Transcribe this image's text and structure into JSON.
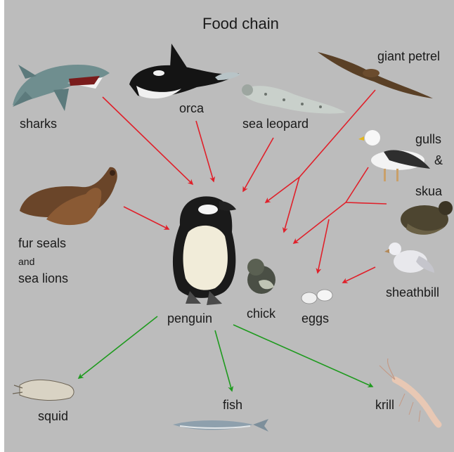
{
  "title": "Food chain",
  "predators": {
    "sharks": "sharks",
    "orca": "orca",
    "sea_leopard": "sea leopard",
    "giant_petrel": "giant petrel",
    "gulls": "gulls",
    "ampersand": "&",
    "skua": "skua",
    "fur_seals": "fur seals",
    "and": "and",
    "sea_lions": "sea lions",
    "sheathbill": "sheathbill"
  },
  "center": {
    "penguin": "penguin",
    "chick": "chick",
    "eggs": "eggs"
  },
  "prey": {
    "squid": "squid",
    "fish": "fish",
    "krill": "krill"
  },
  "colors": {
    "background": "#bcbcbc",
    "predator_arrow": "#e0202a",
    "prey_arrow": "#1e9a1e"
  }
}
